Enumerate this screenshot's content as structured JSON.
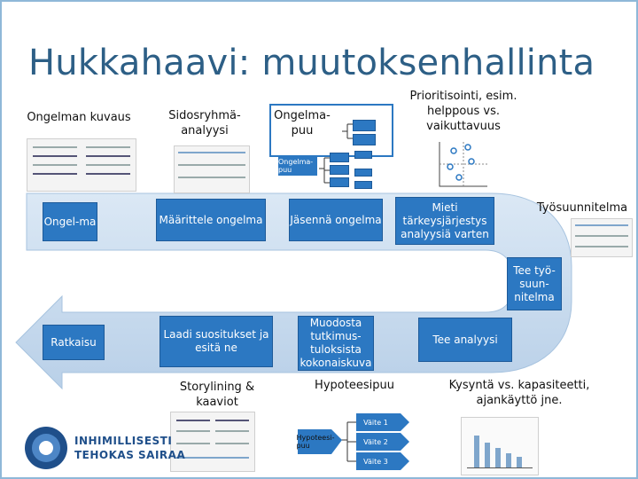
{
  "title": "Hukkahaavi: muutoksenhallinta",
  "top_labels": {
    "problem_description": "Ongelman kuvaus",
    "stakeholder": "Sidosryhmä-analyysi",
    "prioritization": "Prioritisointi, esim. helppous vs. vaikuttavuus",
    "work_plan": "Työsuunnitelma"
  },
  "problem_tree_box": "Ongelma-puu",
  "problem_tree_small": "Ongelma-puu",
  "process": {
    "problem": "Ongel-ma",
    "define": "Määrittele ongelma",
    "structure": "Jäsennä ongelma",
    "priority": "Mieti tärkeysjärjestys analyysiä varten",
    "work_plan_box": "Tee työ-suun-nitelma",
    "analyze": "Tee analyysi",
    "synthesize": "Muodosta tutkimus-tuloksista kokonaiskuva",
    "recommend": "Laadi suositukset ja esitä ne",
    "solution": "Ratkaisu"
  },
  "bottom_labels": {
    "storylining": "Storylining & kaaviot",
    "hypothesis_tree": "Hypoteesipuu",
    "capacity": "Kysyntä vs. kapasiteetti, ajankäyttö jne."
  },
  "hypothesis": {
    "root": "Hypoteesi-puu",
    "claims": [
      "Väite 1",
      "Väite 2",
      "Väite 3"
    ]
  },
  "logo": {
    "line1": "INHIMILLISESTI",
    "line2": "TEHOKAS SAIRAA"
  },
  "colors": {
    "accent": "#2c78c2",
    "title": "#2d5f86",
    "arrow": "#c9ddef"
  }
}
